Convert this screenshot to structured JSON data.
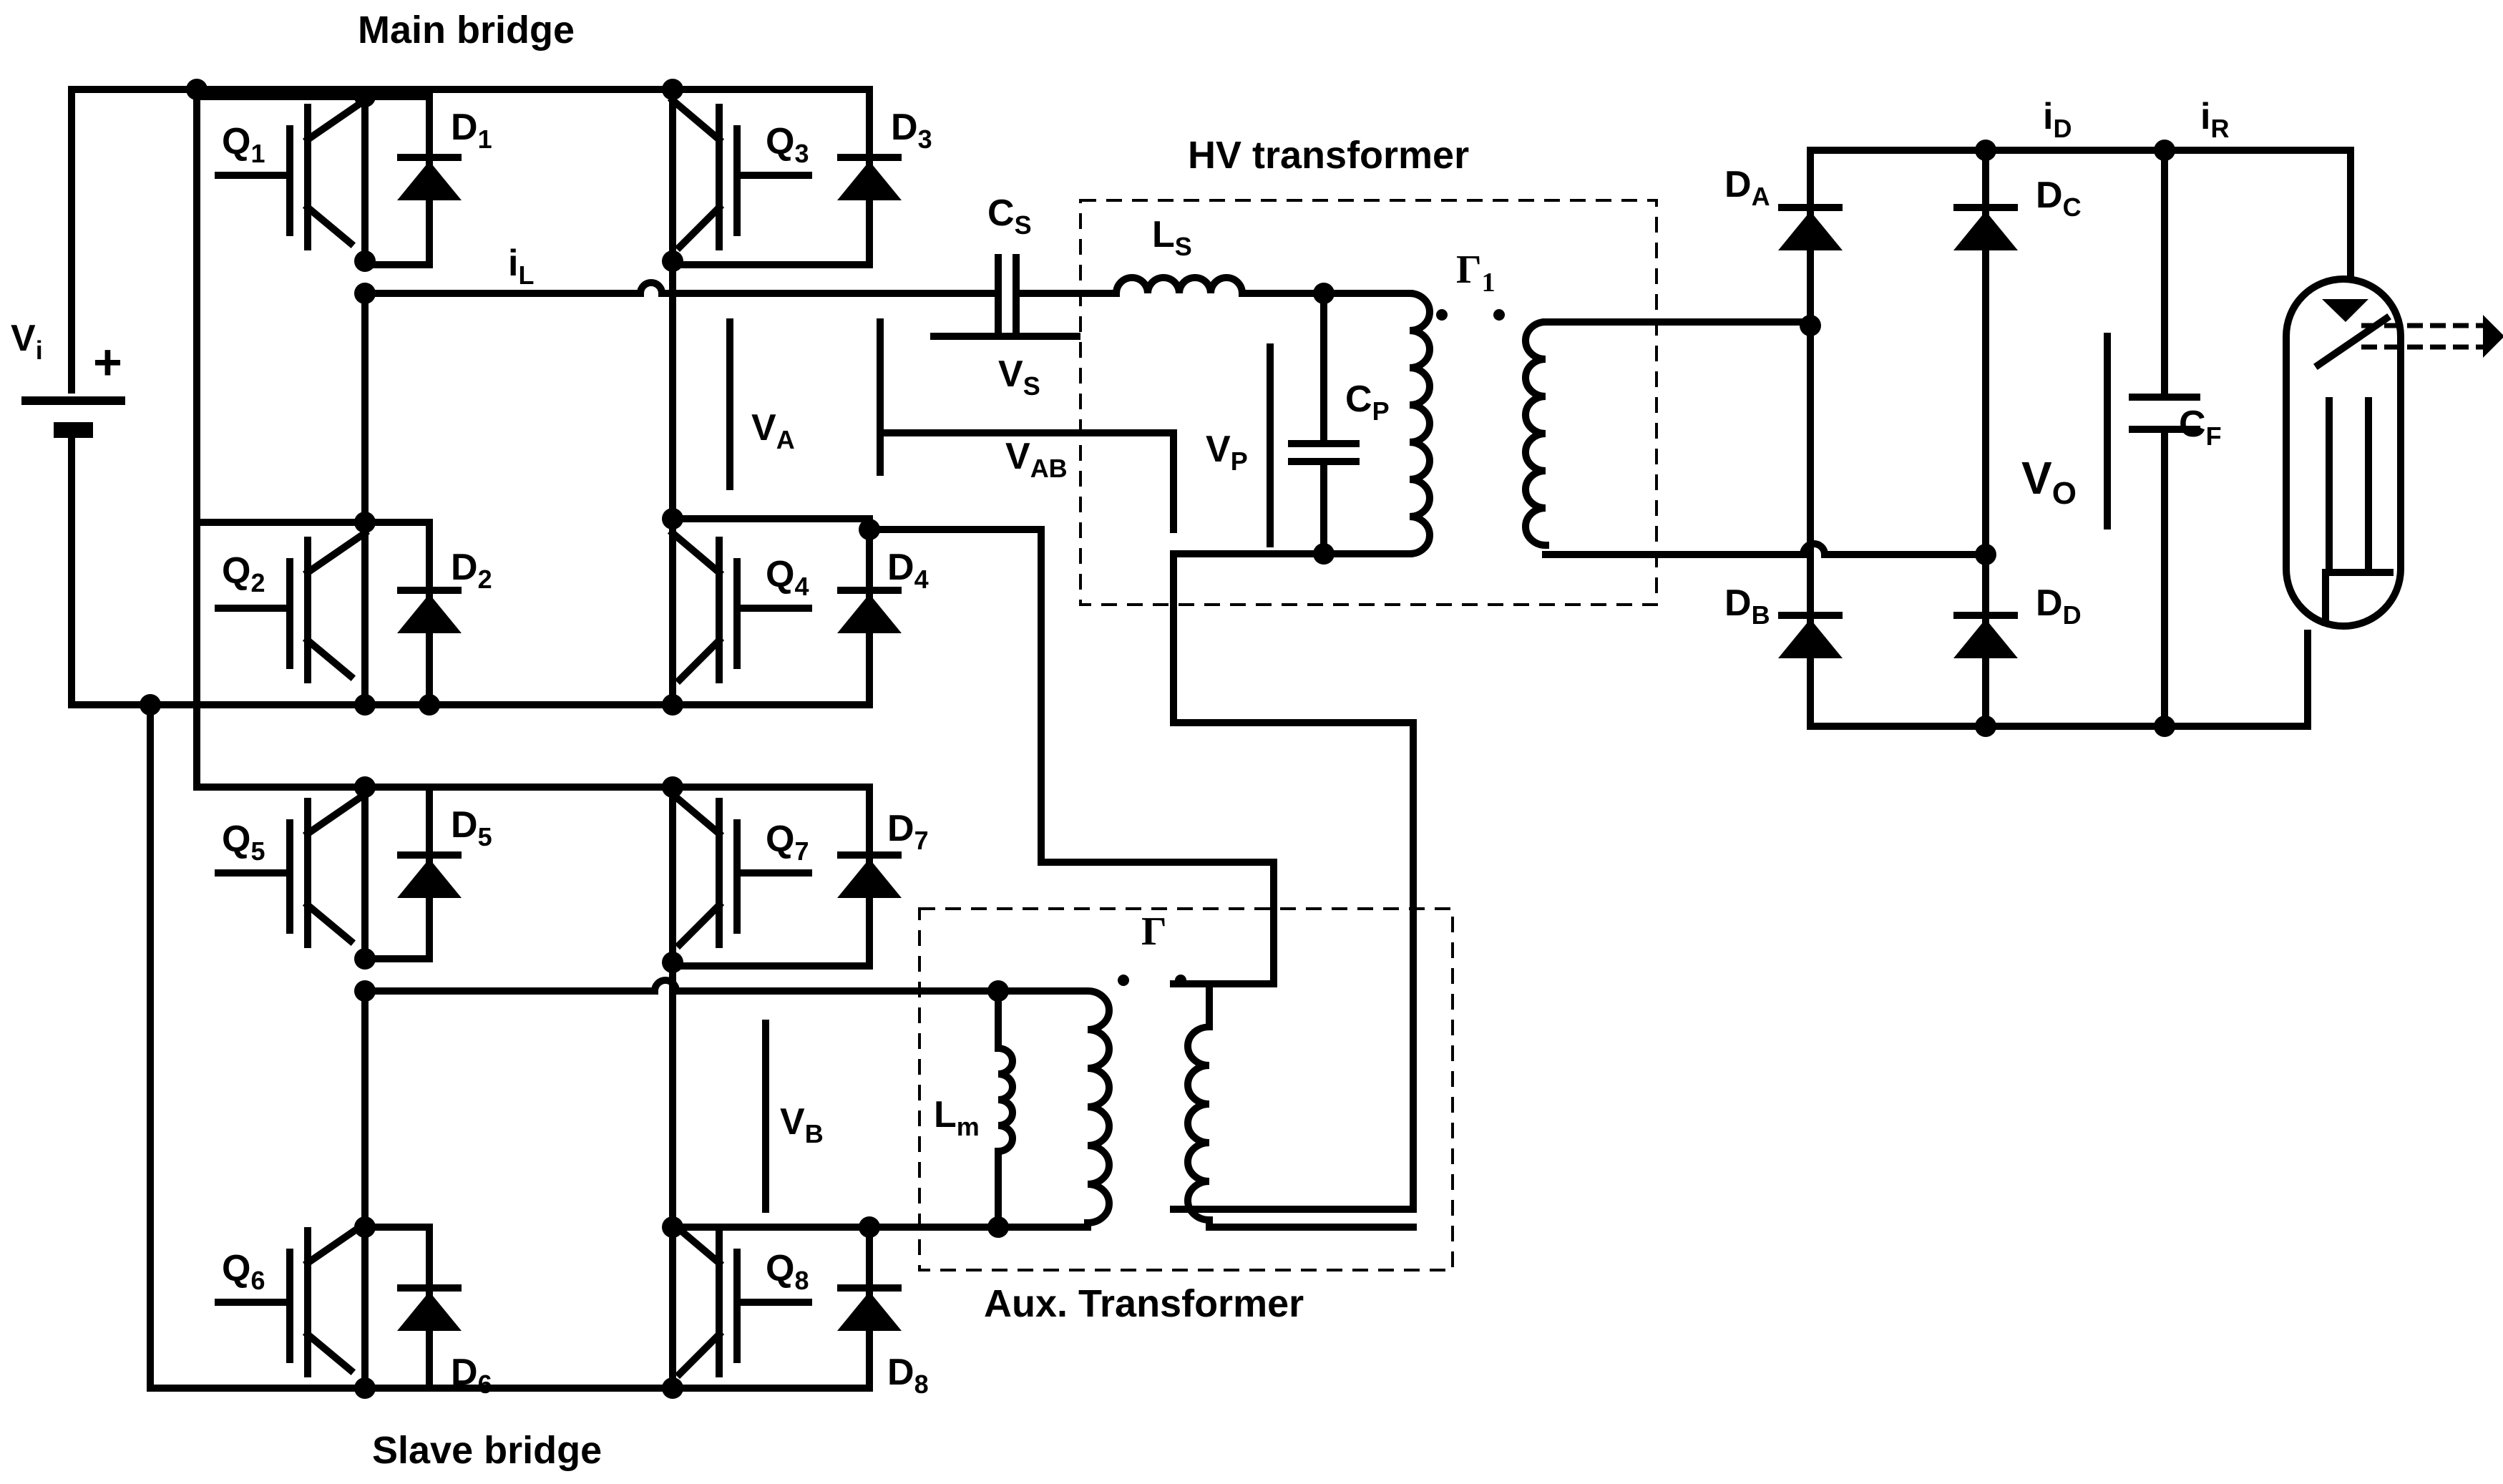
{
  "title_main_bridge": "Main bridge",
  "title_slave_bridge": "Slave bridge",
  "title_hv_transformer": "HV transformer",
  "title_aux_transformer": "Aux. Transformer",
  "source": {
    "label": "V",
    "sub": "i",
    "plus": "+"
  },
  "switches": [
    {
      "label": "Q",
      "sub": "1"
    },
    {
      "label": "Q",
      "sub": "2"
    },
    {
      "label": "Q",
      "sub": "3"
    },
    {
      "label": "Q",
      "sub": "4"
    },
    {
      "label": "Q",
      "sub": "5"
    },
    {
      "label": "Q",
      "sub": "6"
    },
    {
      "label": "Q",
      "sub": "7"
    },
    {
      "label": "Q",
      "sub": "8"
    }
  ],
  "diodes": [
    {
      "label": "D",
      "sub": "1"
    },
    {
      "label": "D",
      "sub": "2"
    },
    {
      "label": "D",
      "sub": "3"
    },
    {
      "label": "D",
      "sub": "4"
    },
    {
      "label": "D",
      "sub": "5"
    },
    {
      "label": "D",
      "sub": "6"
    },
    {
      "label": "D",
      "sub": "7"
    },
    {
      "label": "D",
      "sub": "8"
    }
  ],
  "rectifier_diodes": [
    {
      "label": "D",
      "sub": "A"
    },
    {
      "label": "D",
      "sub": "B"
    },
    {
      "label": "D",
      "sub": "C"
    },
    {
      "label": "D",
      "sub": "D"
    }
  ],
  "signals": {
    "iL": {
      "label": "i",
      "sub": "L"
    },
    "VA": {
      "label": "V",
      "sub": "A"
    },
    "VS": {
      "label": "V",
      "sub": "S"
    },
    "VAB": {
      "label": "V",
      "sub": "AB"
    },
    "VP": {
      "label": "V",
      "sub": "P"
    },
    "VB": {
      "label": "V",
      "sub": "B"
    },
    "VO": {
      "label": "V",
      "sub": "O"
    },
    "iD": {
      "label": "i",
      "sub": "D"
    },
    "iR": {
      "label": "i",
      "sub": "R"
    }
  },
  "components": {
    "CS": {
      "label": "C",
      "sub": "S"
    },
    "LS": {
      "label": "L",
      "sub": "S"
    },
    "CP": {
      "label": "C",
      "sub": "P"
    },
    "CF": {
      "label": "C",
      "sub": "F"
    },
    "Lm": {
      "label": "L",
      "sub": "m"
    },
    "T1": {
      "label": "Γ",
      "sub": "1"
    },
    "T": {
      "label": "Γ"
    }
  }
}
